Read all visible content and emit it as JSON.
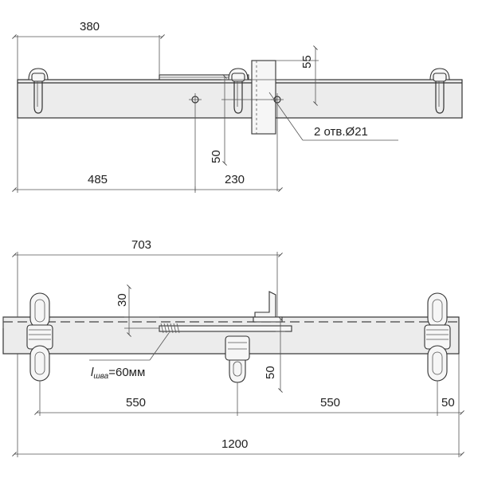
{
  "top_view": {
    "dim_380": "380",
    "dim_55": "55",
    "dim_50": "50",
    "dim_485": "485",
    "dim_230": "230",
    "hole_note": "2 отв.Ø21"
  },
  "bottom_view": {
    "dim_703": "703",
    "dim_30": "30",
    "dim_50_right": "50",
    "dim_550_left": "550",
    "dim_550_right": "550",
    "dim_50_end": "50",
    "dim_1200": "1200",
    "weld_note_prefix": "l",
    "weld_note_subscript": "шва",
    "weld_note_suffix": "=60мм"
  }
}
